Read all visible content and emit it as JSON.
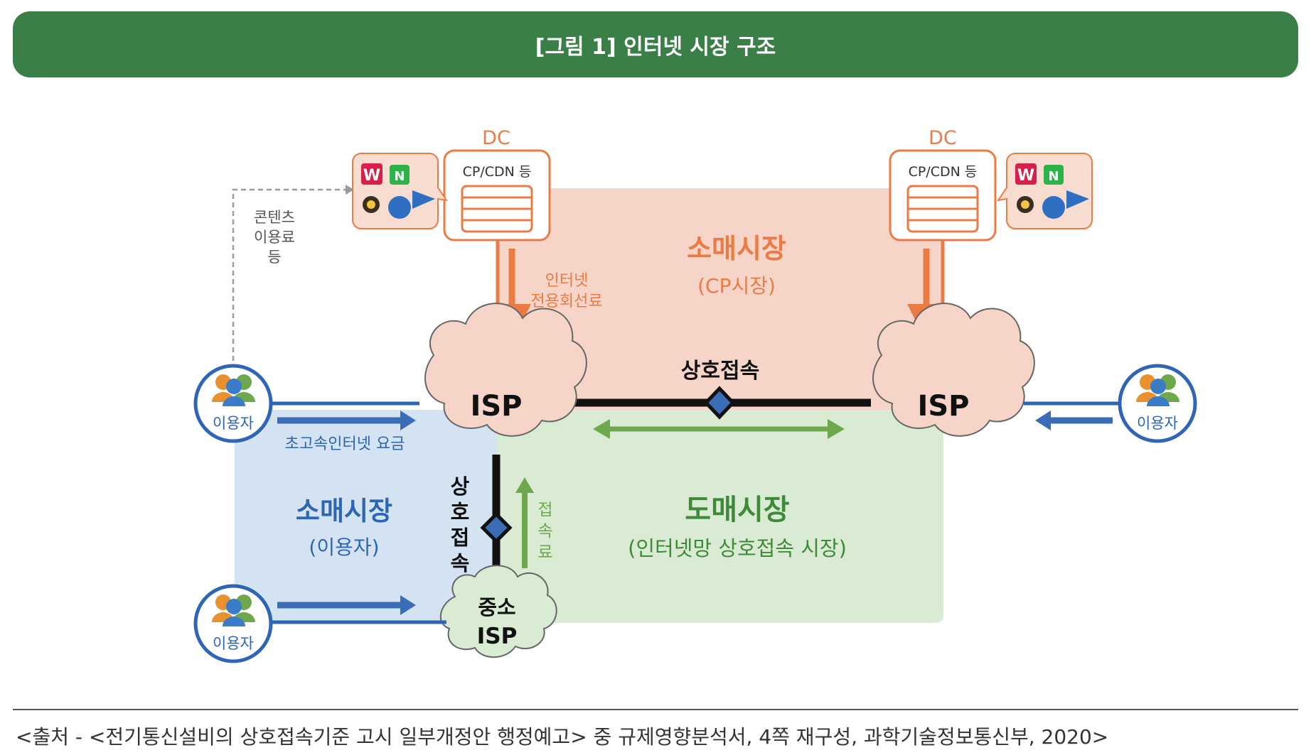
{
  "header": {
    "title": "[그림 1] 인터넷 시장 구조"
  },
  "diagram": {
    "dc_left": {
      "label": "DC",
      "box_label": "CP/CDN 등"
    },
    "dc_right": {
      "label": "DC",
      "box_label": "CP/CDN 등"
    },
    "content_fee": [
      "콘텐츠",
      "이용료",
      "등"
    ],
    "leased_line": [
      "인터넷",
      "전용회선료"
    ],
    "retail_cp": {
      "title": "소매시장",
      "subtitle": "(CP시장)"
    },
    "interconnect_top": "상호접속",
    "isp_left": "ISP",
    "isp_right": "ISP",
    "small_isp": [
      "중소",
      "ISP"
    ],
    "users": [
      "이용자",
      "이용자",
      "이용자"
    ],
    "broadband_fee": "초고속인터넷 요금",
    "retail_user": {
      "title": "소매시장",
      "subtitle": "(이용자)"
    },
    "interconnect_vertical": [
      "상",
      "호",
      "접",
      "속"
    ],
    "access_fee": [
      "접",
      "속",
      "료"
    ],
    "wholesale": {
      "title": "도매시장",
      "subtitle": "(인터넷망 상호접속 시장)"
    }
  },
  "source": "<출처 - <전기통신설비의 상호접속기준 고시 일부개정안 행정예고> 중 규제영향분석서, 4쪽 재구성, 과학기술정보통신부, 2020>",
  "colors": {
    "header_green": "#3a7f47",
    "retail_cp_bg": "#f6d5c8",
    "retail_user_bg": "#d3e3f1",
    "wholesale_bg": "#d9ebd3",
    "orange": "#ea7b45",
    "blue": "#2f65b5",
    "green": "#6ea84c"
  }
}
